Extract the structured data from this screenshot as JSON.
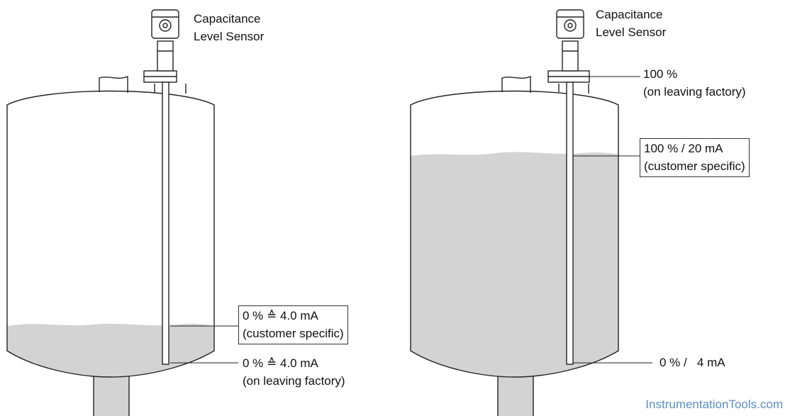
{
  "left_panel": {
    "sensor_label": [
      "Capacitance",
      "Level Sensor"
    ],
    "custom_zero": [
      "0 % ≙ 4.0 mA",
      "(customer specific)"
    ],
    "factory_zero": [
      "0 % ≙ 4.0 mA",
      "(on leaving factory)"
    ]
  },
  "right_panel": {
    "sensor_label": [
      "Capacitance",
      "Level Sensor"
    ],
    "factory_full": [
      "100 %",
      "(on leaving factory)"
    ],
    "custom_full": [
      "100 % / 20 mA",
      "(customer specific)"
    ],
    "zero": "0 % /   4 mA"
  },
  "watermark": "InstrumentationTools.com",
  "colors": {
    "liquid": "#d3d3d3",
    "outline": "#222222",
    "watermark": "#5b8fc5"
  }
}
